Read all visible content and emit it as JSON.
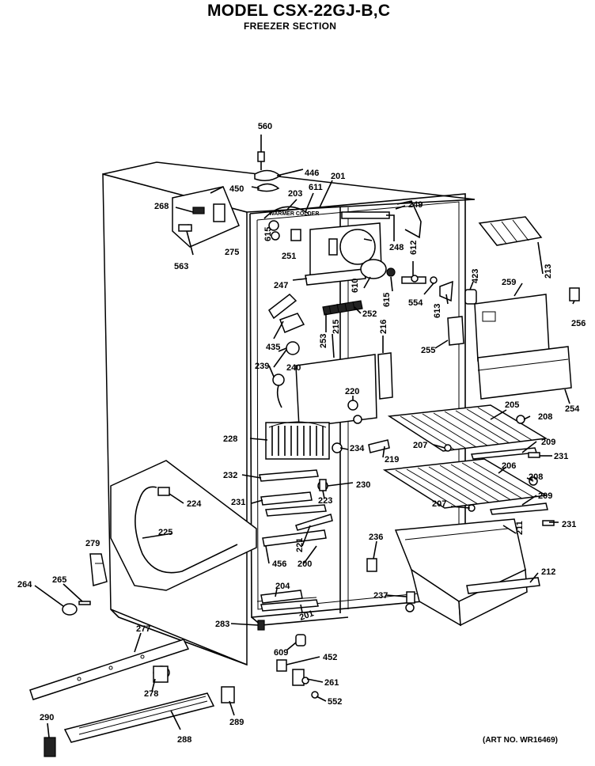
{
  "header": {
    "title": "MODEL CSX-22GJ-B,C",
    "subtitle": "FREEZER SECTION"
  },
  "footer": {
    "art_number": "(ART NO. WR16469)"
  },
  "callouts": [
    {
      "id": "c560",
      "label": "560"
    },
    {
      "id": "c446",
      "label": "446"
    },
    {
      "id": "c450",
      "label": "450"
    },
    {
      "id": "c201a",
      "label": "201"
    },
    {
      "id": "c611",
      "label": "611"
    },
    {
      "id": "c203",
      "label": "203"
    },
    {
      "id": "c268",
      "label": "268"
    },
    {
      "id": "c249",
      "label": "249"
    },
    {
      "id": "c615a",
      "label": "615"
    },
    {
      "id": "c251",
      "label": "251"
    },
    {
      "id": "c275",
      "label": "275"
    },
    {
      "id": "c563",
      "label": "563"
    },
    {
      "id": "c248",
      "label": "248"
    },
    {
      "id": "c612",
      "label": "612"
    },
    {
      "id": "c247",
      "label": "247"
    },
    {
      "id": "c610",
      "label": "610"
    },
    {
      "id": "c615b",
      "label": "615"
    },
    {
      "id": "c554",
      "label": "554"
    },
    {
      "id": "c613",
      "label": "613"
    },
    {
      "id": "c423",
      "label": "423"
    },
    {
      "id": "c259",
      "label": "259"
    },
    {
      "id": "c213",
      "label": "213"
    },
    {
      "id": "c252",
      "label": "252"
    },
    {
      "id": "c256",
      "label": "256"
    },
    {
      "id": "c435",
      "label": "435"
    },
    {
      "id": "c253",
      "label": "253"
    },
    {
      "id": "c215",
      "label": "215"
    },
    {
      "id": "c216",
      "label": "216"
    },
    {
      "id": "c255",
      "label": "255"
    },
    {
      "id": "c239",
      "label": "239"
    },
    {
      "id": "c240",
      "label": "240"
    },
    {
      "id": "c220",
      "label": "220"
    },
    {
      "id": "c254",
      "label": "254"
    },
    {
      "id": "c205a",
      "label": "205"
    },
    {
      "id": "c208a",
      "label": "208"
    },
    {
      "id": "c228",
      "label": "228"
    },
    {
      "id": "c234",
      "label": "234"
    },
    {
      "id": "c207a",
      "label": "207"
    },
    {
      "id": "c209a",
      "label": "209"
    },
    {
      "id": "c219",
      "label": "219"
    },
    {
      "id": "c231a",
      "label": "231"
    },
    {
      "id": "c206",
      "label": "206"
    },
    {
      "id": "c232",
      "label": "232"
    },
    {
      "id": "c230",
      "label": "230"
    },
    {
      "id": "c208b",
      "label": "208"
    },
    {
      "id": "c224",
      "label": "224"
    },
    {
      "id": "c223",
      "label": "223"
    },
    {
      "id": "c209b",
      "label": "209"
    },
    {
      "id": "c231b",
      "label": "231"
    },
    {
      "id": "c207b",
      "label": "207"
    },
    {
      "id": "c231c",
      "label": "231"
    },
    {
      "id": "c225",
      "label": "225"
    },
    {
      "id": "c221",
      "label": "221"
    },
    {
      "id": "c211",
      "label": "211"
    },
    {
      "id": "c279",
      "label": "279"
    },
    {
      "id": "c236",
      "label": "236"
    },
    {
      "id": "c200",
      "label": "200"
    },
    {
      "id": "c456",
      "label": "456"
    },
    {
      "id": "c212",
      "label": "212"
    },
    {
      "id": "c264",
      "label": "264"
    },
    {
      "id": "c265",
      "label": "265"
    },
    {
      "id": "c204",
      "label": "204"
    },
    {
      "id": "c237",
      "label": "237"
    },
    {
      "id": "c201b",
      "label": "201"
    },
    {
      "id": "c283",
      "label": "283"
    },
    {
      "id": "c277",
      "label": "277"
    },
    {
      "id": "c609",
      "label": "609"
    },
    {
      "id": "c452",
      "label": "452"
    },
    {
      "id": "c261",
      "label": "261"
    },
    {
      "id": "c278",
      "label": "278"
    },
    {
      "id": "c552",
      "label": "552"
    },
    {
      "id": "c290",
      "label": "290"
    },
    {
      "id": "c289",
      "label": "289"
    },
    {
      "id": "c288",
      "label": "288"
    }
  ]
}
